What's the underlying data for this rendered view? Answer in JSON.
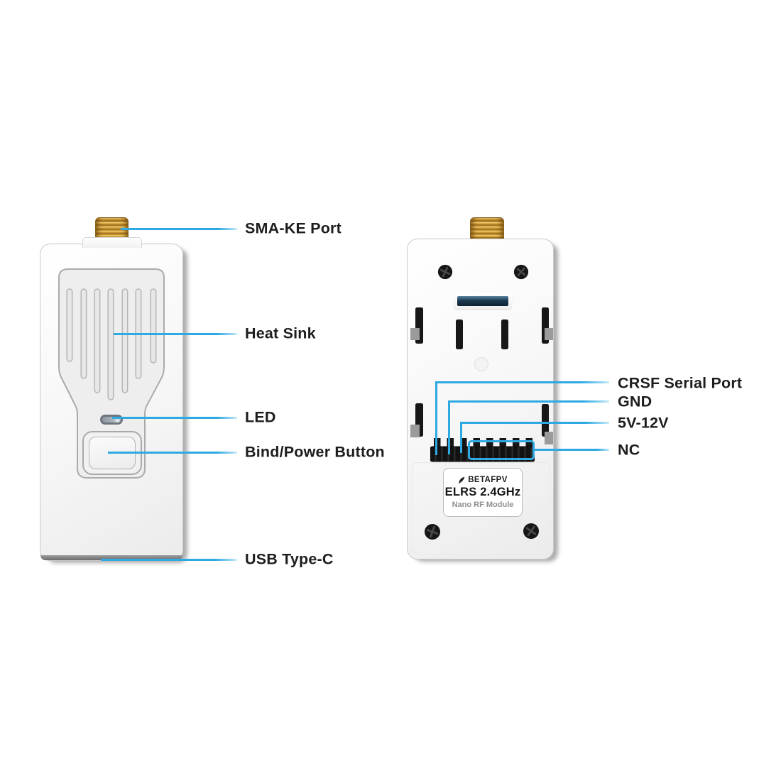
{
  "meta": {
    "description": "Annotated front and back views of an RF module",
    "accent_color": "#2fa9e1",
    "label_text_color": "#1d1d1d",
    "gold_color": "#d9a53e",
    "pin_color": "#141414"
  },
  "front": {
    "labels": {
      "sma": "SMA-KE Port",
      "heatsink": "Heat Sink",
      "led": "LED",
      "bind": "Bind/Power Button",
      "usb": "USB Type-C"
    }
  },
  "back": {
    "labels": {
      "crsf": "CRSF Serial Port",
      "gnd": "GND",
      "power": "5V-12V",
      "nc": "NC"
    },
    "product_label": {
      "brand": "BETAFPV",
      "model": "ELRS 2.4GHz",
      "subtitle": "Nano RF Module"
    }
  }
}
